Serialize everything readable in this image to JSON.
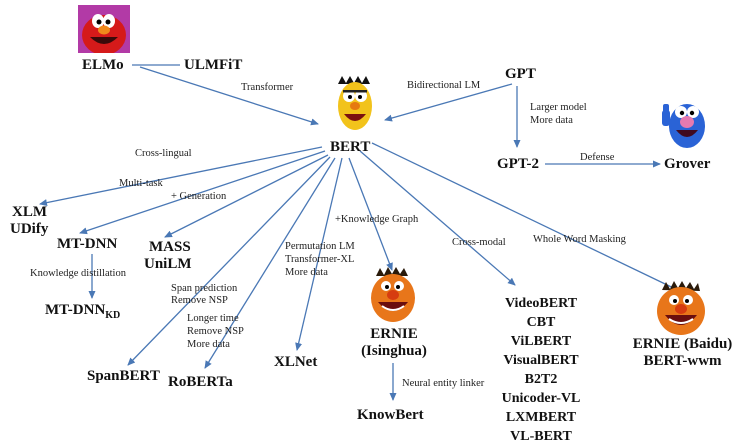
{
  "nodes": {
    "elmo": "ELMo",
    "ulmfit": "ULMFiT",
    "bert": "BERT",
    "gpt": "GPT",
    "gpt2": "GPT-2",
    "grover": "Grover",
    "xlm": "XLM",
    "udify": "UDify",
    "mtdnn": "MT-DNN",
    "mtdnn_kd_base": "MT-DNN",
    "mtdnn_kd_sub": "KD",
    "mass": "MASS",
    "unilm": "UniLM",
    "spanbert": "SpanBERT",
    "roberta": "RoBERTa",
    "xlnet": "XLNet",
    "ernie_tsinghua_1": "ERNIE",
    "ernie_tsinghua_2": "(Isinghua)",
    "knowbert": "KnowBert",
    "ernie_baidu": "ERNIE (Baidu)",
    "bert_wwm": "BERT-wwm",
    "crossmodal_models": [
      "VideoBERT",
      "CBT",
      "ViLBERT",
      "VisualBERT",
      "B2T2",
      "Unicoder-VL",
      "LXMBERT",
      "VL-BERT"
    ]
  },
  "edge_labels": {
    "transformer": "Transformer",
    "bidirectional_lm": "Bidirectional  LM",
    "larger_model_1": "Larger model",
    "larger_model_2": "More data",
    "defense": "Defense",
    "cross_lingual": "Cross-lingual",
    "multi_task": "Multi-task",
    "generation": "+ Generation",
    "knowledge_distillation": "Knowledge  distillation",
    "span_1": "Span prediction",
    "span_2": "Remove NSP",
    "roberta_1": "Longer time",
    "roberta_2": "Remove NSP",
    "roberta_3": "More data",
    "xlnet_1": "Permutation LM",
    "xlnet_2": "Transformer-XL",
    "xlnet_3": "More data",
    "knowledge_graph": "+Knowledge  Graph",
    "neural_entity_linker": "Neural entity linker",
    "cross_modal": "Cross-modal",
    "whole_word_masking": "Whole Word Masking"
  },
  "colors": {
    "edge": "#4a78b5",
    "text": "#111111"
  },
  "icons": [
    "elmo-icon",
    "bert-icon",
    "grover-icon",
    "ernie-icon"
  ]
}
